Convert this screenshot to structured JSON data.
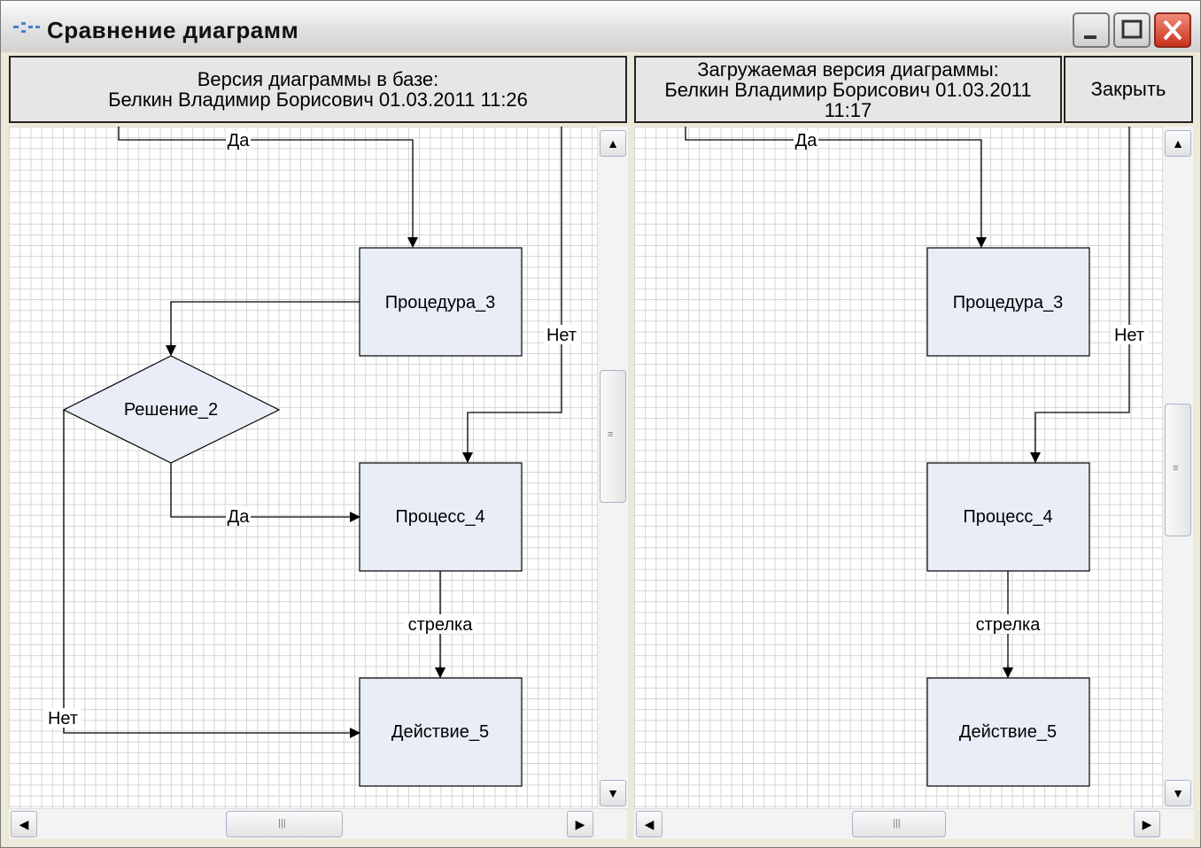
{
  "window": {
    "title": "Сравнение диаграмм",
    "icon": "diagram-icon",
    "controls": [
      "minimize-icon",
      "maximize-icon",
      "close-icon"
    ],
    "close_accent": "#d9422a"
  },
  "left_panel": {
    "header_line1": "Версия диаграммы в базе:",
    "header_line2": "Белкин Владимир Борисович 01.03.2011 11:26"
  },
  "right_panel": {
    "header_line1": "Загружаемая версия диаграммы:",
    "header_line2": "Белкин Владимир Борисович 01.03.2011",
    "header_line3": "11:17"
  },
  "close_button": "Закрыть",
  "diagram": {
    "node_fill": "#e8edf7",
    "nodes": {
      "procedure": "Процедура_3",
      "decision": "Решение_2",
      "process": "Процесс_4",
      "action": "Действие_5"
    },
    "edges": {
      "yes_top": "Да",
      "no_right": "Нет",
      "yes_decision": "Да",
      "arrow": "стрелка",
      "no_left": "Нет"
    }
  }
}
